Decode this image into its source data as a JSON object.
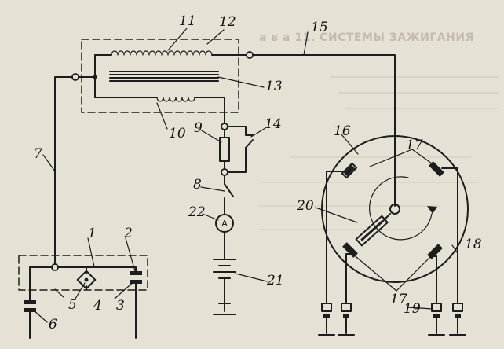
{
  "background_text": {
    "heading": "а в а   11.  СИСТЕМЫ ЗАЖИГАНИЯ"
  },
  "meter_symbol": "A",
  "labels": {
    "n1": "1",
    "n2": "2",
    "n3": "3",
    "n4": "4",
    "n5": "5",
    "n6": "6",
    "n7": "7",
    "n8": "8",
    "n9": "9",
    "n10": "10",
    "n11": "11",
    "n12": "12",
    "n13": "13",
    "n14": "14",
    "n15": "15",
    "n16": "16",
    "n17a": "17",
    "n17b": "17",
    "n18": "18",
    "n19": "19",
    "n20": "20",
    "n21": "21",
    "n22": "22"
  }
}
